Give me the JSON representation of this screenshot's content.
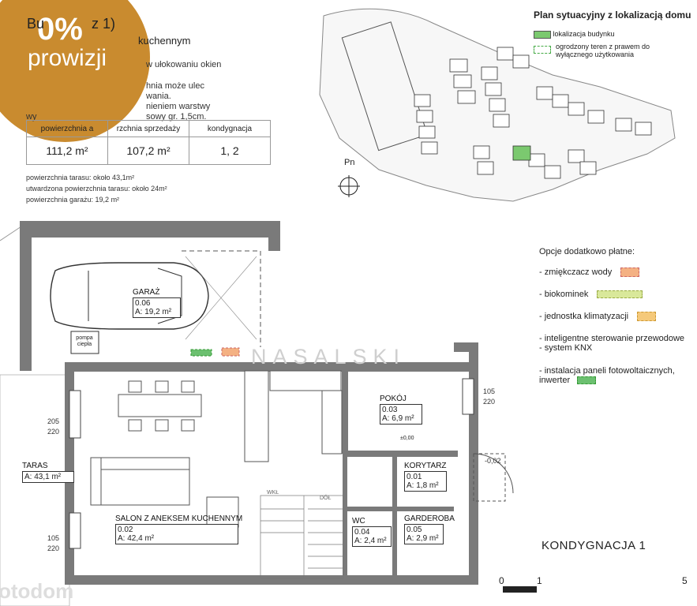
{
  "badge": {
    "percent": "0%",
    "label": "prowizji"
  },
  "header": {
    "title": "Bu",
    "title_suffix": "z 1)",
    "subtitle": "kuchennym",
    "notes": [
      "w ułokowaniu okien",
      "hnia może ulec",
      "wania.",
      "nieniem warstwy",
      "sowy gr. 1,5cm."
    ],
    "left_note": "wy"
  },
  "area_table": {
    "headers": [
      "powierzchnia a",
      "rzchnia sprzedaży",
      "kondygnacja"
    ],
    "values": [
      "111,2 m²",
      "107,2 m²",
      "1, 2"
    ]
  },
  "extra_areas": [
    "powierzchnia tarasu: około 43,1m²",
    "utwardzona powierzchnia tarasu: około 24m²",
    "powierzchnia garażu: 19,2 m²"
  ],
  "site_plan": {
    "title": "Plan sytuacyjny z lokalizacją domu",
    "legend": [
      {
        "label": "lokalizacja budynku",
        "color": "#7bc96f"
      },
      {
        "label": "ogrodzony teren z prawem do wyłącznego użytkowania",
        "color": "#ffffff"
      }
    ],
    "north": "Pn"
  },
  "options": {
    "title": "Opcje dodatkowo płatne:",
    "items": [
      {
        "label": "- zmiękczacz wody",
        "color": "#f4b183"
      },
      {
        "label": "- biokominek",
        "color": "#d9e89a"
      },
      {
        "label": "- jednostka klimatyzacji",
        "color": "#f5c97a"
      },
      {
        "label": "- inteligentne sterowanie przewodowe - system KNX",
        "color": ""
      },
      {
        "label": "- instalacja paneli fotowoltaicznych, inwerter",
        "color": "#6cc070"
      }
    ]
  },
  "rooms": [
    {
      "name": "GARAŻ",
      "num": "0.06",
      "area": "A: 19,2 m²"
    },
    {
      "name": "POKÓJ",
      "num": "0.03",
      "area": "A: 6,9 m²"
    },
    {
      "name": "KORYTARZ",
      "num": "0.01",
      "area": "A: 1,8 m²"
    },
    {
      "name": "SALON Z ANEKSEM KUCHENNYM",
      "num": "0.02",
      "area": "A: 42,4 m²"
    },
    {
      "name": "WC",
      "num": "0.04",
      "area": "A: 2,4 m²"
    },
    {
      "name": "GARDEROBA",
      "num": "0.05",
      "area": "A: 2,9 m²"
    },
    {
      "name": "TARAS",
      "num": "",
      "area": "A: 43,1 m²"
    }
  ],
  "plan_labels": {
    "window_left_top": [
      "205",
      "220"
    ],
    "window_left_bottom": [
      "105",
      "220"
    ],
    "window_right": [
      "105",
      "220"
    ],
    "level_entry": "-0,02",
    "level_room": "±0,00",
    "pompa": "pompa ciepła",
    "stair_top_left": "WKŁ",
    "stair_top_right": "DÓŁ",
    "floor_label": "KONDYGNACJA 1",
    "scale": [
      "0",
      "1",
      "5"
    ],
    "watermark": "NASALSKI",
    "site_watermark": "otodom"
  }
}
